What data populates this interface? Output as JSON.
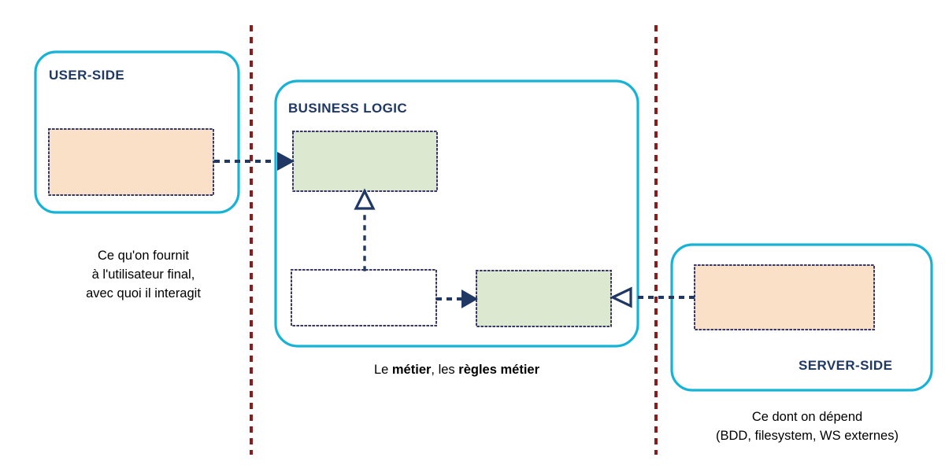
{
  "diagram": {
    "type": "layered-architecture-diagram",
    "language": "fr",
    "background": "#ffffff",
    "colors": {
      "zone_border": "#16B3D6",
      "zone_title": "#1F3864",
      "divider": "#8C1C1C",
      "arrow": "#1F3864",
      "box_border": "#3A3A6A",
      "fill_orange": "#FBE0C8",
      "fill_green": "#DCE8D0",
      "fill_white": "#FFFFFF",
      "caption_text": "#000000"
    },
    "zones": [
      {
        "id": "user-side",
        "title": "USER-SIDE",
        "title_align": "left",
        "caption_lines": [
          "Ce qu'on fournit",
          "à l'utilisateur final,",
          "avec quoi il interagit"
        ],
        "boxes": [
          {
            "id": "user-component",
            "fill": "#FBE0C8",
            "label": ""
          }
        ]
      },
      {
        "id": "business-logic",
        "title": "BUSINESS LOGIC",
        "title_align": "left",
        "caption_rich": [
          {
            "text": "Le ",
            "bold": false
          },
          {
            "text": "métier",
            "bold": true
          },
          {
            "text": ", les ",
            "bold": false
          },
          {
            "text": "règles",
            "bold": true
          },
          {
            "text": " ",
            "bold": false
          },
          {
            "text": "métier",
            "bold": true
          }
        ],
        "caption_plain": "Le métier, les règles métier",
        "boxes": [
          {
            "id": "use-case",
            "fill": "#DCE8D0",
            "label": ""
          },
          {
            "id": "entity",
            "fill": "#FFFFFF",
            "label": ""
          },
          {
            "id": "gateway",
            "fill": "#DCE8D0",
            "label": ""
          }
        ]
      },
      {
        "id": "server-side",
        "title": "SERVER-SIDE",
        "title_align": "right",
        "caption_lines": [
          "Ce dont on dépend",
          "(BDD, filesystem, WS externes)"
        ],
        "boxes": [
          {
            "id": "infrastructure",
            "fill": "#FBE0C8",
            "label": ""
          }
        ]
      }
    ],
    "dividers": [
      {
        "id": "divider-left",
        "orientation": "vertical",
        "style": "dotted",
        "color": "#8C1C1C"
      },
      {
        "id": "divider-right",
        "orientation": "vertical",
        "style": "dotted",
        "color": "#8C1C1C"
      }
    ],
    "connectors": [
      {
        "id": "user-to-usecase",
        "from": "user-component",
        "to": "use-case",
        "style": "dotted",
        "head": "filled",
        "direction": "right"
      },
      {
        "id": "entity-to-usecase",
        "from": "entity",
        "to": "use-case",
        "style": "dotted",
        "head": "hollow",
        "direction": "up"
      },
      {
        "id": "entity-to-gateway",
        "from": "entity",
        "to": "gateway",
        "style": "dotted",
        "head": "filled",
        "direction": "right"
      },
      {
        "id": "infra-to-gateway",
        "from": "infrastructure",
        "to": "gateway",
        "style": "dotted",
        "head": "hollow",
        "direction": "left"
      }
    ]
  }
}
